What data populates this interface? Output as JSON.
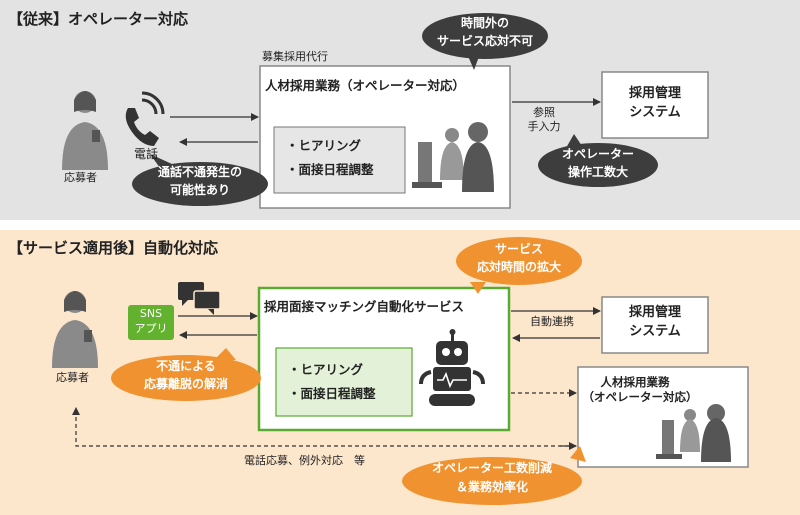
{
  "top": {
    "section_title": "【従来】オペレーター対応",
    "applicant_label": "応募者",
    "phone_label": "電話",
    "agency_label": "募集採用代行",
    "main_box_title": "人材採用業務（オペレーター対応）",
    "main_box_items": [
      "・ヒアリング",
      "・面接日程調整"
    ],
    "bubble_top": [
      "時間外の",
      "サービス応対不可"
    ],
    "bubble_left": [
      "通話不通発生の",
      "可能性あり"
    ],
    "ref_label": [
      "参照",
      "手入力"
    ],
    "system_label": [
      "採用管理",
      "システム"
    ],
    "bubble_right": [
      "オペレーター",
      "操作工数大"
    ]
  },
  "bottom": {
    "section_title": "【サービス適用後】自動化対応",
    "applicant_label": "応募者",
    "sns_label": [
      "SNS",
      "アプリ"
    ],
    "bubble_service": [
      "サービス",
      "応対時間の拡大"
    ],
    "main_box_title": "採用面接マッチング自動化サービス",
    "main_box_items": [
      "・ヒアリング",
      "・面接日程調整"
    ],
    "auto_link_label": "自動連携",
    "system_label": [
      "採用管理",
      "システム"
    ],
    "bubble_left": [
      "不通による",
      "応募離脱の解消"
    ],
    "operator_box_title": [
      "人材採用業務",
      "（オペレーター対応）"
    ],
    "phone_exception_label": "電話応募、例外対応　等",
    "bubble_bottom": [
      "オペレーター工数削減",
      "＆業務効率化"
    ]
  },
  "colors": {
    "top_bg": "#e3e3e3",
    "bottom_bg": "#fce6cc",
    "dark_bubble": "#3d3d3d",
    "orange_bubble": "#f0922f",
    "green_border": "#5aaa32",
    "green_fill": "#e2f1d7",
    "sns_green": "#62b22f"
  }
}
